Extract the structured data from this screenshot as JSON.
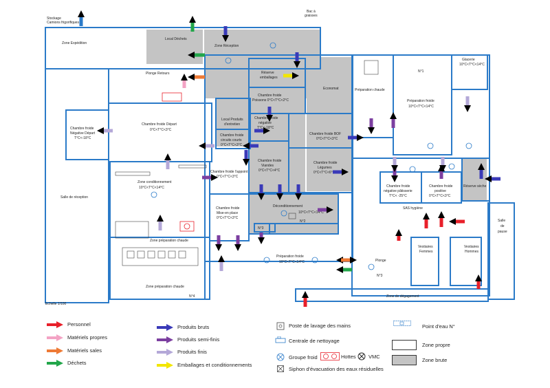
{
  "plan": {
    "scale": "Echelle 1/100",
    "rooms": {
      "stockage": "Stockage",
      "stockage2": "Camions frigorifiques",
      "bac": "Bac à",
      "bac2": "graisses",
      "expedition": "Zone Expédition",
      "local_dechets": "Local Déchets",
      "zone_reception": "Zone Réception",
      "plonge_retours": "Plonge Retours",
      "reserve": "Réserve",
      "reserve2": "emballages",
      "economat": "Economat",
      "prep_chaude": "Préparation chaude",
      "glacerie": "Glacerie",
      "glacerie2": "10°C<T°C<14°C",
      "n1": "N°1",
      "prep_froide": "Préparation froide",
      "prep_froide2": "10°C<T°C<14°C",
      "cf_poissons": "Chambre froide",
      "cf_poissons2": "Poissons 0°C<T°C<2°C",
      "local_produits": "Local Produits",
      "local_produits2": "d'entretien",
      "cf_negative": "Chambre froide",
      "cf_negative2": "négative",
      "cf_negative3": "T°C<-18°C",
      "cf_bof": "Chambre froide BOF",
      "cf_bof2": "0°C<T°C<3°C",
      "cf_circuits": "Chambre froide",
      "cf_circuits2": "circuits courts",
      "cf_circuits3": "0°C<T°C<3°C",
      "cf_depart": "Chambre froide Départ",
      "cf_depart2": "0°C<T°C<3°C",
      "cf_neg_depart": "Chambre froide",
      "cf_neg_depart2": "Négative Départ",
      "cf_neg_depart3": "T°C<-18°C",
      "cf_viandes": "Chambre froide",
      "cf_viandes2": "Viandes",
      "cf_viandes3": "0°C<T°C<4°C",
      "cf_legumes": "Chambre froide",
      "cf_legumes2": "Légumes",
      "cf_legumes3": "0°C<T°C<6°C",
      "cf_appoint": "Chambre froide l'appoint",
      "cf_appoint2": "0°C<T°C<3°C",
      "zone_cond": "Zone conditionnement",
      "zone_cond2": "10°C<T°C<14°C",
      "cf_patisserie": "Chambre froide",
      "cf_patisserie2": "négative pâtisserie",
      "cf_patisserie3": "T°C< -25°C",
      "cf_positive": "Chambre froide",
      "cf_positive2": "positive",
      "cf_positive3": "0°C<T°C<3°C",
      "reserve_seche": "Réserve sèche",
      "salle_reception": "Salle de réception",
      "cf_mise_en_place": "Chambre froide",
      "cf_mise_en_place2": "Mise-en place",
      "cf_mise_en_place3": "0°C<T°C<3°C",
      "deconditionnement": "Déconditionnement",
      "deconditionnement2": "10°C<T°C<14°C",
      "n3": "N°3",
      "n2": "N°2",
      "sas": "SAS hygiène",
      "salle_pause": "Salle",
      "salle_pause2": "de",
      "salle_pause3": "pause",
      "vest_femmes": "Vestiaires",
      "vest_femmes2": "Femmes",
      "vest_hommes": "Vestiaires",
      "vest_hommes2": "Hommes",
      "zone_prep_chaude": "Zone préparation chaude",
      "prep_froide_bas": "Préparation froide",
      "prep_froide_bas2": "10°C<T°C<14°C",
      "plonge": "Plonge",
      "n3b": "N°3",
      "zone_prep_chaude_bas": "Zone préparation chaude",
      "n4": "N°4",
      "zone_degagement": "Zone de dégagement"
    }
  },
  "legend": {
    "personnel": "Personnel",
    "materiels_propres": "Matériels propres",
    "materiels_sales": "Matériels sales",
    "dechets": "Déchets",
    "produits_bruts": "Produits bruts",
    "produits_semi_finis": "Produits semi-finis",
    "produits_finis": "Produits finis",
    "emballages": "Emballages et conditionnements",
    "poste_lavage": "Poste de lavage des mains",
    "centrale_nettoyage": "Centrale de nettoyage",
    "groupe_froid": "Groupe froid",
    "hottes": "Hottes",
    "vmc": "VMC",
    "siphon": "Siphon d'évacuation des eaux résiduelles",
    "point_eau": "Point d'eau N°",
    "zone_propre": "Zone propre",
    "zone_brute": "Zone brute"
  },
  "colors": {
    "personnel": "#e8202a",
    "materiels_propres": "#f3a3c4",
    "materiels_sales": "#ee7a35",
    "dechets": "#22a64a",
    "produits_bruts": "#3a3ab8",
    "produits_semi_finis": "#7c3fa0",
    "produits_finis": "#b4a8d8",
    "emballages": "#f2e600",
    "wall": "#2a7ac8",
    "zone_brute": "#c4c4c4"
  }
}
